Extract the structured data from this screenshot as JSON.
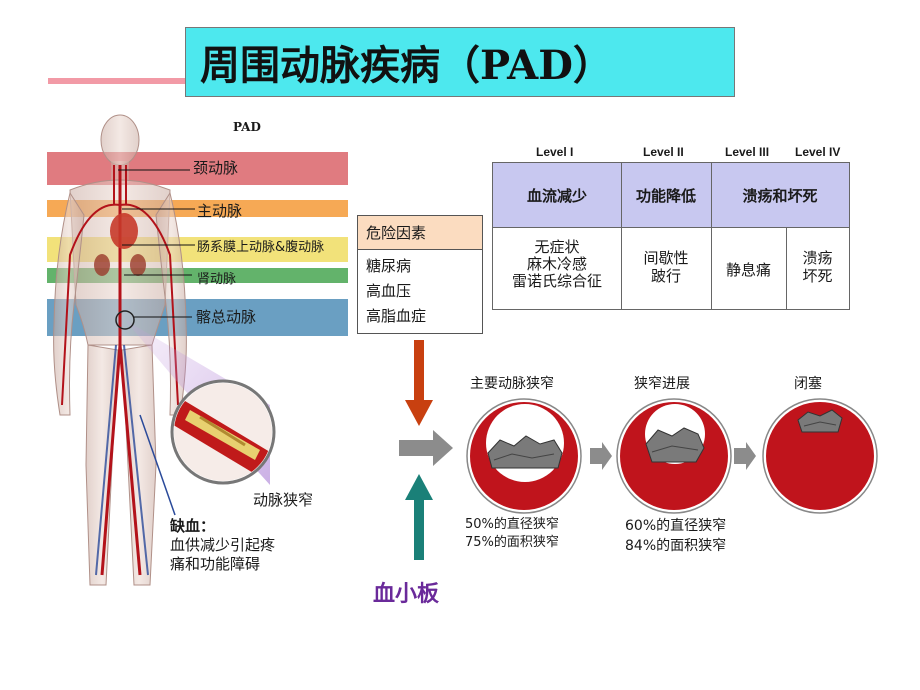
{
  "title": "周围动脉疾病（PAD）",
  "figure_label": "PAD",
  "arteries": [
    {
      "label": "颈动脉",
      "color": "#e07b80"
    },
    {
      "label": "主动脉",
      "color": "#f6a955"
    },
    {
      "label": "肠系膜上动脉&腹动脉",
      "color": "#f2e27a"
    },
    {
      "label": "肾动脉",
      "color": "#63b36b"
    },
    {
      "label": "髂总动脉",
      "color": "#6a9fc2"
    }
  ],
  "stenosis_inset_label": "动脉狭窄",
  "ischemia": {
    "title": "缺血：",
    "lines": [
      "血供减少引起疼",
      "痛和功能障碍"
    ]
  },
  "risk_factors": {
    "header": "危险因素",
    "items": [
      "糖尿病",
      "高血压",
      "高脂血症"
    ]
  },
  "levels": {
    "headers": [
      "Level I",
      "Level II",
      "Level III",
      "Level IV"
    ],
    "categories": [
      "血流减少",
      "功能降低",
      "溃疡和坏死"
    ],
    "symptoms": [
      [
        "无症状",
        "麻木冷感",
        "雷诺氏综合征"
      ],
      [
        "间歇性",
        "跛行"
      ],
      [
        "静息痛"
      ],
      [
        "溃疡",
        "坏死"
      ]
    ]
  },
  "stenosis_stages": [
    {
      "caption": "主要动脉狭窄",
      "notes": [
        "50%的直径狭窄",
        "75%的面积狭窄"
      ]
    },
    {
      "caption": "狭窄进展",
      "notes": [
        "60%的直径狭窄",
        "84%的面积狭窄"
      ]
    },
    {
      "caption": "闭塞",
      "notes": []
    }
  ],
  "platelet_label": "血小板",
  "colors": {
    "title_bg": "#4de8ee",
    "vessel_red": "#c0141c",
    "arrow_down": "#c84010",
    "arrow_up": "#1a8078",
    "platelet_text": "#6a2a9a",
    "level_header_bg": "#c8c8f0"
  }
}
